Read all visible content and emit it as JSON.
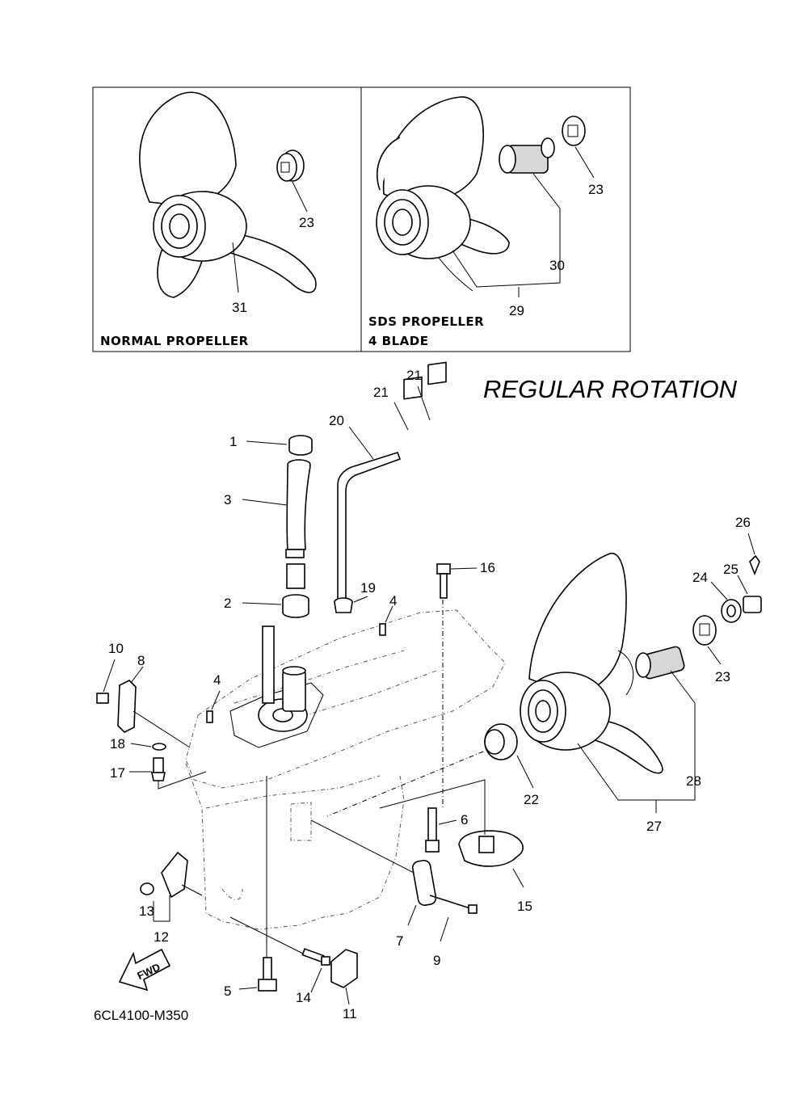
{
  "diagram": {
    "title": "REGULAR ROTATION",
    "drawing_code": "6CL4100-M350",
    "fwd_label": "FWD",
    "inset_normal": {
      "label": "NORMAL PROPELLER",
      "callouts": [
        "23",
        "31"
      ]
    },
    "inset_sds": {
      "label_line1": "SDS PROPELLER",
      "label_line2": "4 BLADE",
      "callouts": [
        "23",
        "30",
        "29"
      ]
    },
    "callouts": {
      "c1": "1",
      "c2": "2",
      "c3": "3",
      "c4a": "4",
      "c4b": "4",
      "c5": "5",
      "c6": "6",
      "c7": "7",
      "c8": "8",
      "c9": "9",
      "c10": "10",
      "c11": "11",
      "c12": "12",
      "c13": "13",
      "c14": "14",
      "c15": "15",
      "c16": "16",
      "c17": "17",
      "c18": "18",
      "c19": "19",
      "c20": "20",
      "c21a": "21",
      "c21b": "21",
      "c22": "22",
      "c23": "23",
      "c24": "24",
      "c25": "25",
      "c26": "26",
      "c27": "27",
      "c28": "28"
    }
  }
}
